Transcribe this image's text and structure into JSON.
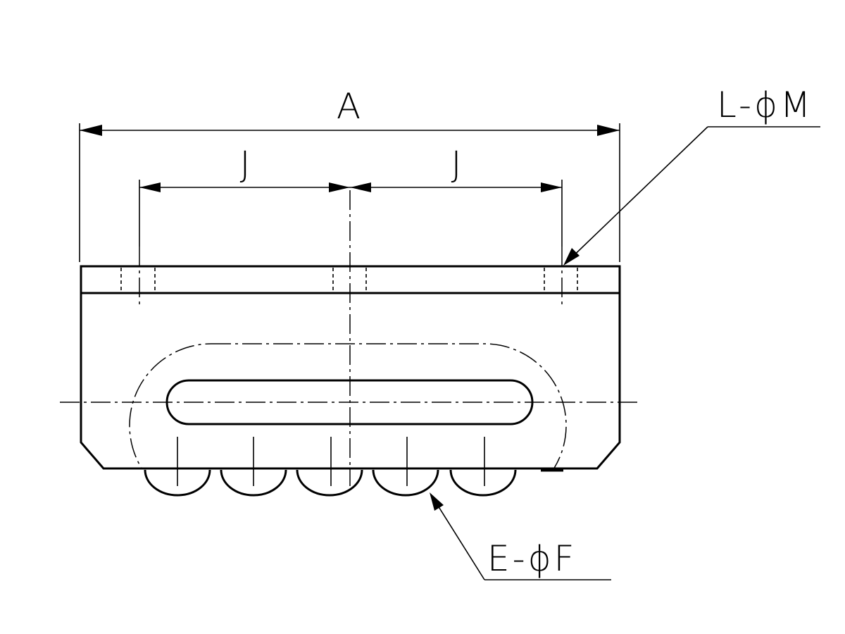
{
  "labels": {
    "overall_length": "A",
    "pitch_left": "J",
    "pitch_right": "J",
    "mounting_holes": "L-ϕM",
    "rollers": "E-ϕF"
  },
  "colors": {
    "line": "#000000",
    "background": "#ffffff"
  }
}
